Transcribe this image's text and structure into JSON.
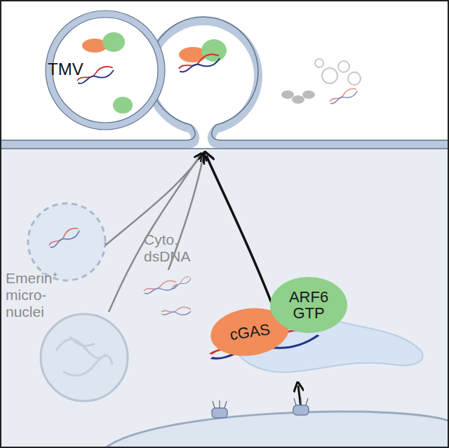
{
  "diagram": {
    "nodes": [
      {
        "text": [
          "cGAS"
        ]
      },
      {
        "text": [
          "ARF6 GTP"
        ]
      }
    ],
    "labels": [
      "TMV",
      "Emerin⁺ micro- nuclei",
      "Cyto. dsDNA"
    ]
  }
}
